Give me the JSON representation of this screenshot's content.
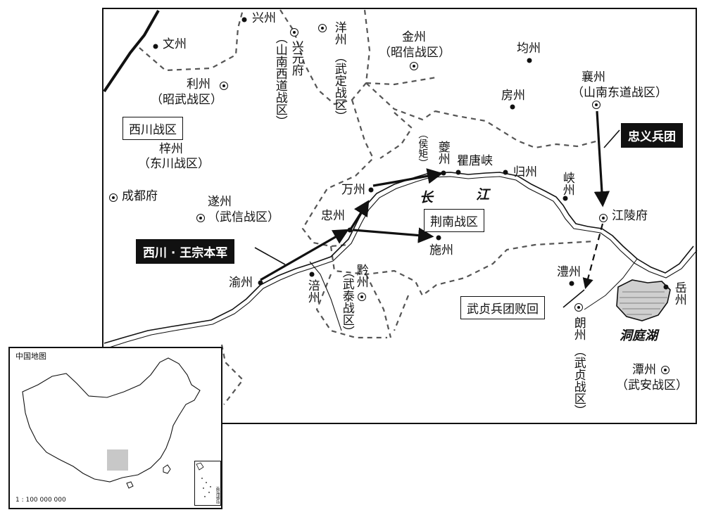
{
  "map": {
    "battle_zones": [
      "西川战区",
      "利州",
      "昭武战区",
      "梓州",
      "东川战区",
      "遂州",
      "武信战区",
      "兴元府",
      "山南西道战区",
      "洋州",
      "武定战区",
      "金州",
      "昭信战区",
      "荆南战区",
      "襄州",
      "山南东道战区",
      "黔州",
      "武泰战区",
      "朗州",
      "武贞战区",
      "潭州",
      "武安战区"
    ],
    "cities": {
      "xingzhou": "兴州",
      "wenzhou": "文州",
      "chengdu": "成都府",
      "yuzhou": "渝州",
      "fuzhou": "涪州",
      "zhongzhou": "忠州",
      "wanzhou": "万州",
      "kuizhou": "夔州",
      "houju": "侯矩",
      "qutangxia": "瞿唐峡",
      "guizhou": "归州",
      "xiazhou": "峡州",
      "jianglingfu": "江陵府",
      "shizhou": "施州",
      "junzhou": "均州",
      "fangzhou": "房州",
      "lizhou_south": "澧州",
      "yuezhou": "岳州"
    },
    "labels": {
      "lizhou": "利州",
      "zhaowu": "（昭武战区）",
      "zizhou": "梓州",
      "dongchuan": "（东川战区）",
      "suizhou": "遂州",
      "wuxin": "（武信战区）",
      "xiyuan_fu": "兴元府",
      "shannan_xi": "（山南西道战区）",
      "yangzhou": "洋州",
      "wuding": "（武定战区）",
      "jinzhou": "金州",
      "zhaoxin": "（昭信战区）",
      "xiangzhou": "襄州",
      "shannan_dong": "（山南东道战区）",
      "qianzhou": "黔州",
      "wutai": "（武泰战区）",
      "langzhou": "朗州",
      "wuzhen": "（武贞战区）",
      "tanzhou": "潭州",
      "wuan": "（武安战区）"
    },
    "boxes": {
      "xichuan_zone": "西川战区",
      "jingnan_zone": "荆南战区",
      "wang_army": "西川 · 王宗本军",
      "zhongyi": "忠义兵团",
      "wuzhen_retreat": "武贞兵团败回"
    },
    "river": {
      "chang": "长",
      "jiang": "江"
    },
    "lake": "洞庭湖"
  },
  "inset": {
    "title": "中国地图",
    "scale": "1 : 100 000 000",
    "south_sea": "南海诸岛"
  }
}
